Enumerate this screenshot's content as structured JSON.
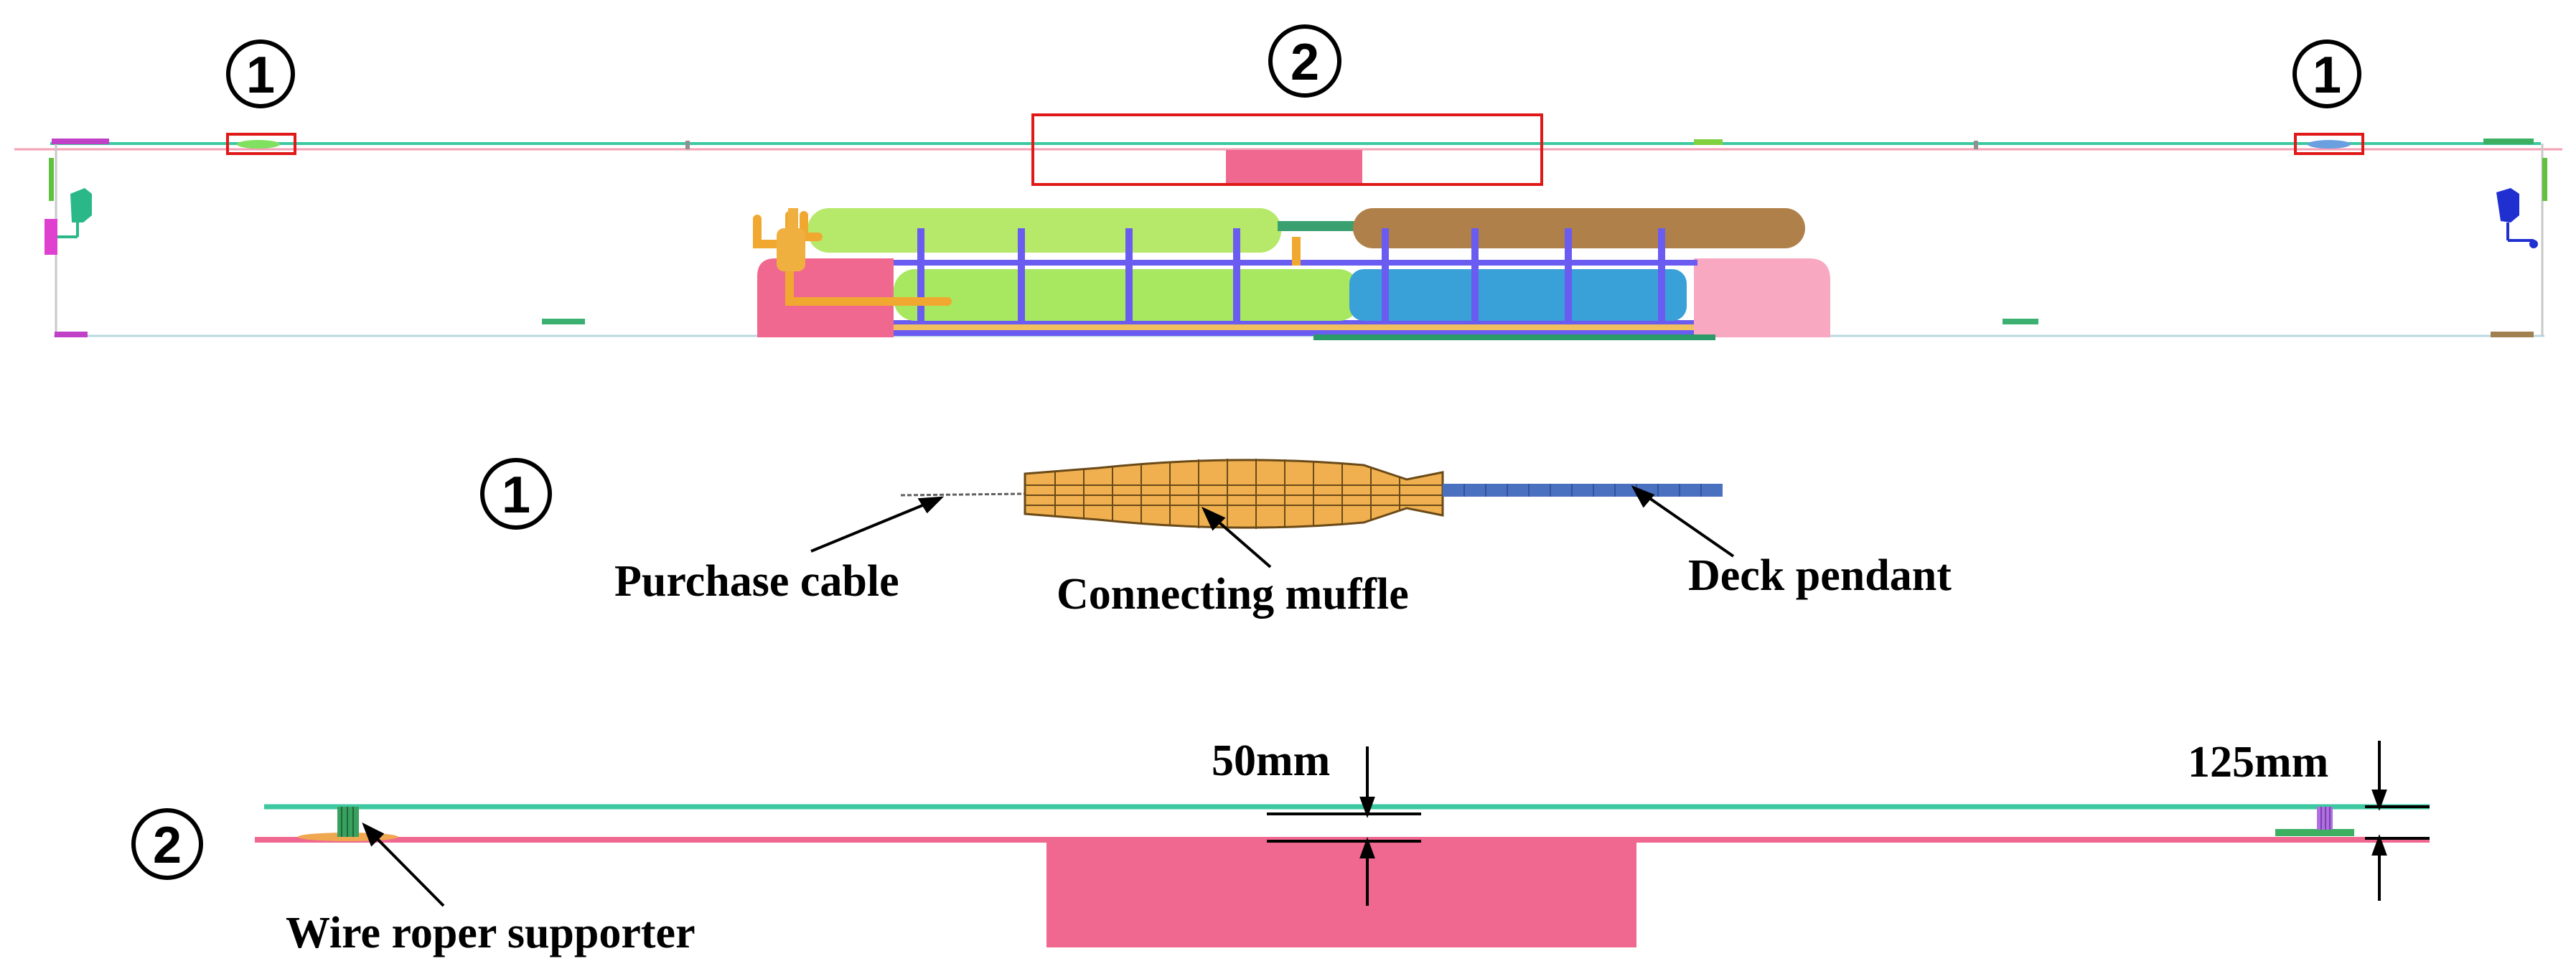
{
  "markers": {
    "one": "1",
    "two": "2"
  },
  "detail_one": {
    "purchase_cable": "Purchase cable",
    "connecting_muffle": "Connecting muffle",
    "deck_pendant": "Deck pendant"
  },
  "detail_two": {
    "gap_small": "50mm",
    "gap_large": "125mm",
    "wire_roper_supporter": "Wire roper supporter"
  },
  "colors": {
    "cable_green": "#3cc8a0",
    "deck_pink": "#f06890",
    "highlight_red": "#e01818",
    "strut_purple": "#6a5cf0",
    "tank_green": "#b6e86a",
    "tank_brown": "#b0804a",
    "tank_blue": "#3aa0d8",
    "muffle_orange": "#f0b050",
    "pendant_blue": "#4a70c0"
  }
}
